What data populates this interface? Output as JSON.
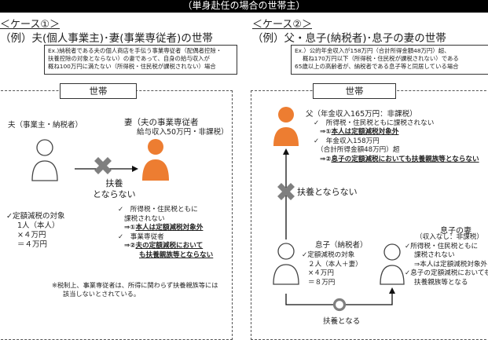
{
  "top_bar": "（単身赴任の場合の世帯主）",
  "case1": {
    "label": "＜ケース①＞",
    "title": "（例）夫(個人事業主)･妻(事業専従者)の世帯",
    "ex_note_1": "Ex.)納税者である夫の個人商店を手伝う事業専従者（配偶者控除・",
    "ex_note_2": "扶養控除の対象とならない）の妻であって、自身の給与収入が",
    "ex_note_3": "概ね100万円に満たない（所得税・住民税が課税されない）場合",
    "setai": "世帯",
    "husband_label": "夫（事業主・納税者）",
    "wife_label_1": "妻（夫の事業専従者",
    "wife_label_2": "給与収入50万円・非課税）",
    "not_dependent_1": "扶養",
    "not_dependent_2": "とならない",
    "left_list": [
      "✓定額減税の対象",
      "1人（本人）",
      "×４万円",
      "＝４万円"
    ],
    "right_list_1": "✓　所得税・住民税ともに",
    "right_list_2": "課税されない",
    "right_list_3a": "⇒①",
    "right_list_3b": "本人は定額減税対象外",
    "right_list_4": "✓　事業専従者",
    "right_list_5a": "⇒②",
    "right_list_5b": "夫の定額減税において",
    "right_list_6": "も扶養親族等とならない",
    "footnote_1": "※税制上、事業専従者は、所得に関わらず扶養親族等には",
    "footnote_2": "該当しないとされている。"
  },
  "case2": {
    "label": "＜ケース②＞",
    "title": "（例）父・息子(納税者)･息子の妻の世帯",
    "ex_note_1": "Ex.）公的年金収入が158万円（合計所得金額48万円）超、",
    "ex_note_2": "概ね170万円以下（所得税・住民税が課税されない）である",
    "ex_note_3": "65歳以上の高齢者が、納税者である息子等と同居している場合",
    "setai": "世帯",
    "father_1": "父（年金収入165万円：非課税）",
    "father_2": "✓　所得税・住民税ともに課税されない",
    "father_3a": "⇒①",
    "father_3b": "本人は定額減税対象外",
    "father_4": "✓　年金収入158万円",
    "father_5": "（合計所得金額48万円）超",
    "father_6a": "⇒②",
    "father_6b": "息子の定額減税においても扶養親族等とならない",
    "not_dependent": "扶養とならない",
    "son_label": "息子（納税者）",
    "son_list": [
      "✓定額減税の対象",
      "２人（本人＋妻）",
      "×４万円",
      "＝８万円"
    ],
    "wife_title": "息子の妻",
    "wife_1": "（収入なし：非課税）",
    "wife_2": "✓所得税・住民税ともに",
    "wife_3": "課税されない",
    "wife_4": "⇒本人は定額減税対象外",
    "wife_5": "✓息子の定額減税においても",
    "wife_6": "扶養親族等となる",
    "dependent": "扶養となる"
  },
  "colors": {
    "orange": "#ED7D31",
    "gray": "#7F7F7F"
  }
}
